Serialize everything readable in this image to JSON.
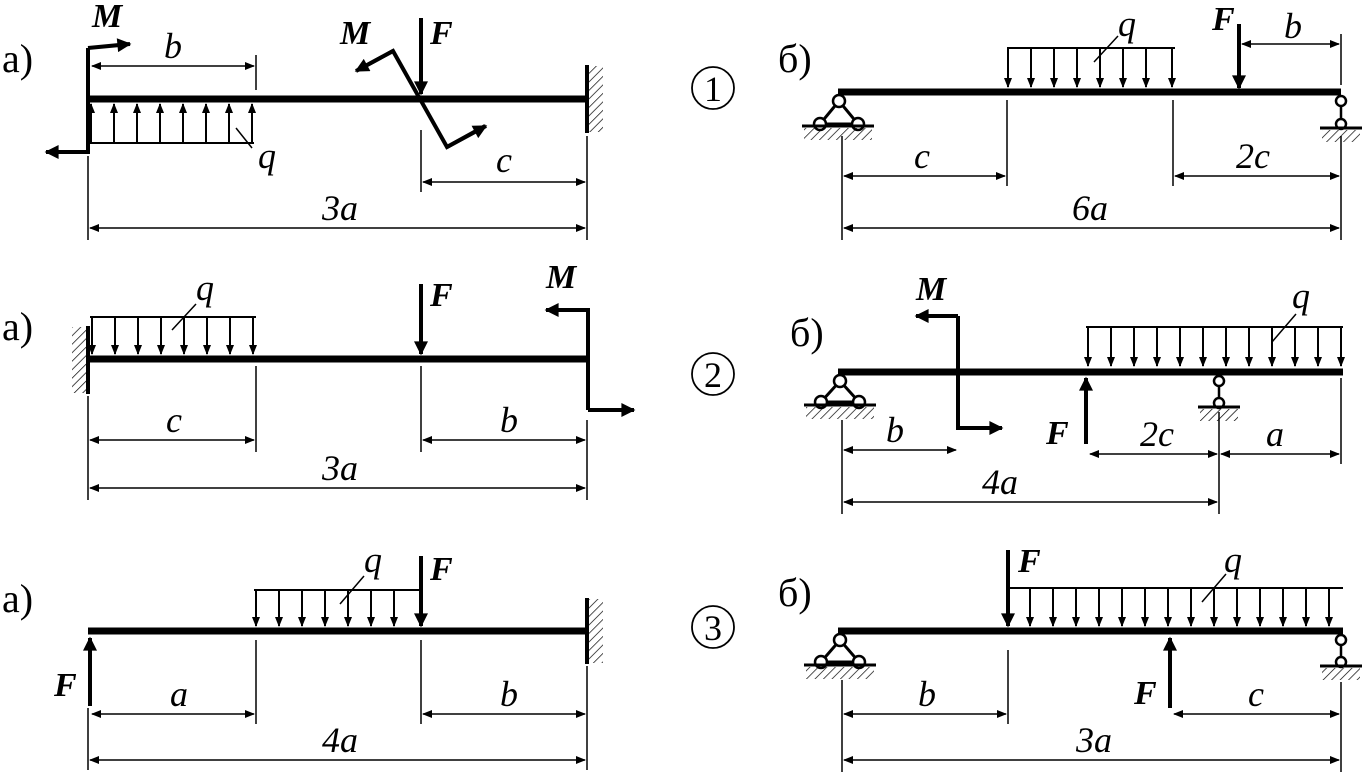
{
  "colors": {
    "ink": "#000000",
    "background": "#ffffff"
  },
  "circled": [
    "①",
    "②",
    "③"
  ],
  "row1": {
    "a": {
      "tag": "а)",
      "M1": "M",
      "M2": "M",
      "F": "F",
      "q": "q",
      "b": "b",
      "c": "c",
      "total": "3a"
    },
    "b": {
      "tag": "б)",
      "q": "q",
      "F": "F",
      "b": "b",
      "c": "c",
      "two_c": "2c",
      "total": "6a"
    }
  },
  "row2": {
    "a": {
      "tag": "а)",
      "q": "q",
      "F": "F",
      "M": "M",
      "c": "c",
      "b": "b",
      "total": "3a"
    },
    "b": {
      "tag": "б)",
      "M": "M",
      "q": "q",
      "F": "F",
      "b": "b",
      "two_c": "2c",
      "a": "a",
      "total": "4a"
    }
  },
  "row3": {
    "a": {
      "tag": "а)",
      "q": "q",
      "F_top": "F",
      "F_bottom": "F",
      "a": "a",
      "b": "b",
      "total": "4a"
    },
    "b": {
      "tag": "б)",
      "F_top": "F",
      "q": "q",
      "F_bottom": "F",
      "b": "b",
      "c": "c",
      "total": "3a"
    }
  }
}
